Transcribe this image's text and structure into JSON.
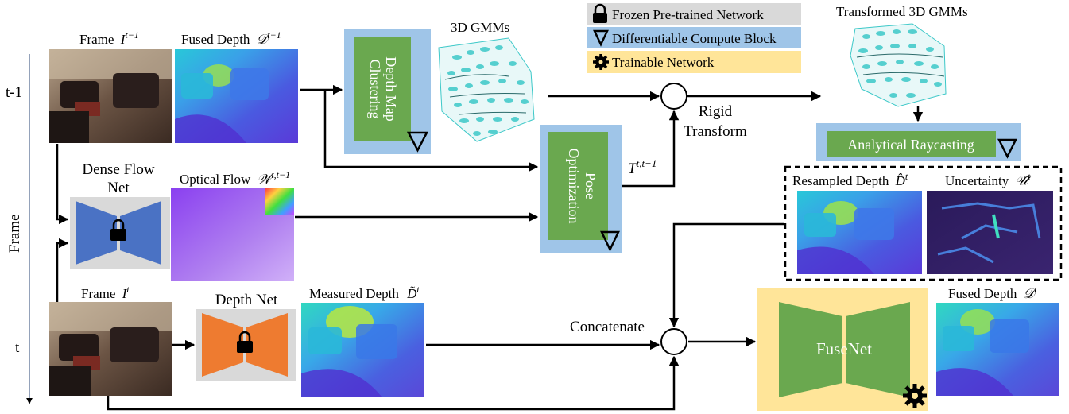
{
  "time_axis": {
    "label": "Frame",
    "t_prev": "t-1",
    "t_curr": "t"
  },
  "frames": {
    "frame_prev": "Frame",
    "frame_prev_sym": "I",
    "frame_prev_sup": "t−1",
    "frame_curr": "Frame",
    "frame_curr_sym": "I",
    "frame_curr_sup": "t"
  },
  "depth_maps": {
    "fused_prev": "Fused Depth",
    "fused_prev_sym": "𝒟",
    "fused_prev_sup": "t−1",
    "measured": "Measured Depth",
    "measured_sym": "D̃",
    "measured_sup": "t",
    "resampled": "Resampled Depth",
    "resampled_sym": "D̂",
    "resampled_sup": "t",
    "uncertainty": "Uncertainty",
    "uncertainty_sym": "𝒰̂",
    "uncertainty_sup": "t",
    "fused_out": "Fused Depth",
    "fused_out_sym": "𝒟",
    "fused_out_sup": "t"
  },
  "flow": {
    "net_line1": "Dense Flow",
    "net_line2": "Net",
    "optical": "Optical Flow",
    "optical_sym": "𝒲",
    "optical_sup": "t,t−1"
  },
  "blocks": {
    "clustering_line1": "Depth Map",
    "clustering_line2": "Clustering",
    "pose_line1": "Pose",
    "pose_line2": "Optimization",
    "raycasting": "Analytical Raycasting",
    "depth_net": "Depth Net",
    "fusenet": "FuseNet"
  },
  "gmm": {
    "gmm": "3D GMMs",
    "transformed": "Transformed 3D GMMs"
  },
  "ops": {
    "rigid_line1": "Rigid",
    "rigid_line2": "Transform",
    "transform_sym": "T",
    "transform_sup": "t,t−1",
    "concatenate": "Concatenate"
  },
  "legend": {
    "frozen": "Frozen Pre-trained Network",
    "differentiable": "Differentiable Compute Block",
    "trainable": "Trainable Network"
  },
  "colors": {
    "block_green": "#6aa84f",
    "block_blue_bg": "#9fc5e8",
    "net_blue": "#4a72c4",
    "net_orange": "#ee7b30",
    "net_gray_bg": "#d9d9d9",
    "trainable_bg": "#ffe599",
    "gmm_cyan": "#3cc8c8"
  }
}
